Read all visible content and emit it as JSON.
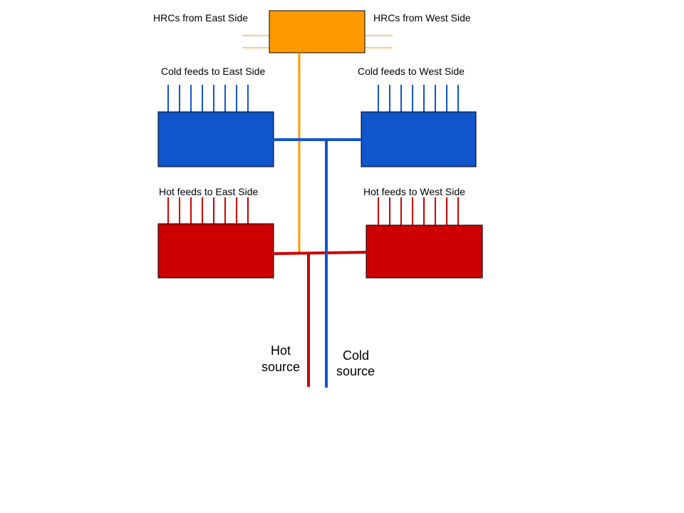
{
  "labels": {
    "hrc_east": "HRCs from East Side",
    "hrc_west": "HRCs from West Side",
    "cold_east": "Cold feeds to East Side",
    "cold_west": "Cold feeds to West Side",
    "hot_east": "Hot feeds to East Side",
    "hot_west": "Hot feeds to West Side",
    "hot_source_line1": "Hot",
    "hot_source_line2": "source",
    "cold_source_line1": "Cold",
    "cold_source_line2": "source"
  },
  "colors": {
    "hrc": "#ff9900",
    "cold": "#1155cc",
    "hot": "#cc0000",
    "border": "#000000"
  },
  "feeds": {
    "cold_east_count": 8,
    "cold_west_count": 8,
    "hot_east_count": 8,
    "hot_west_count": 8
  }
}
